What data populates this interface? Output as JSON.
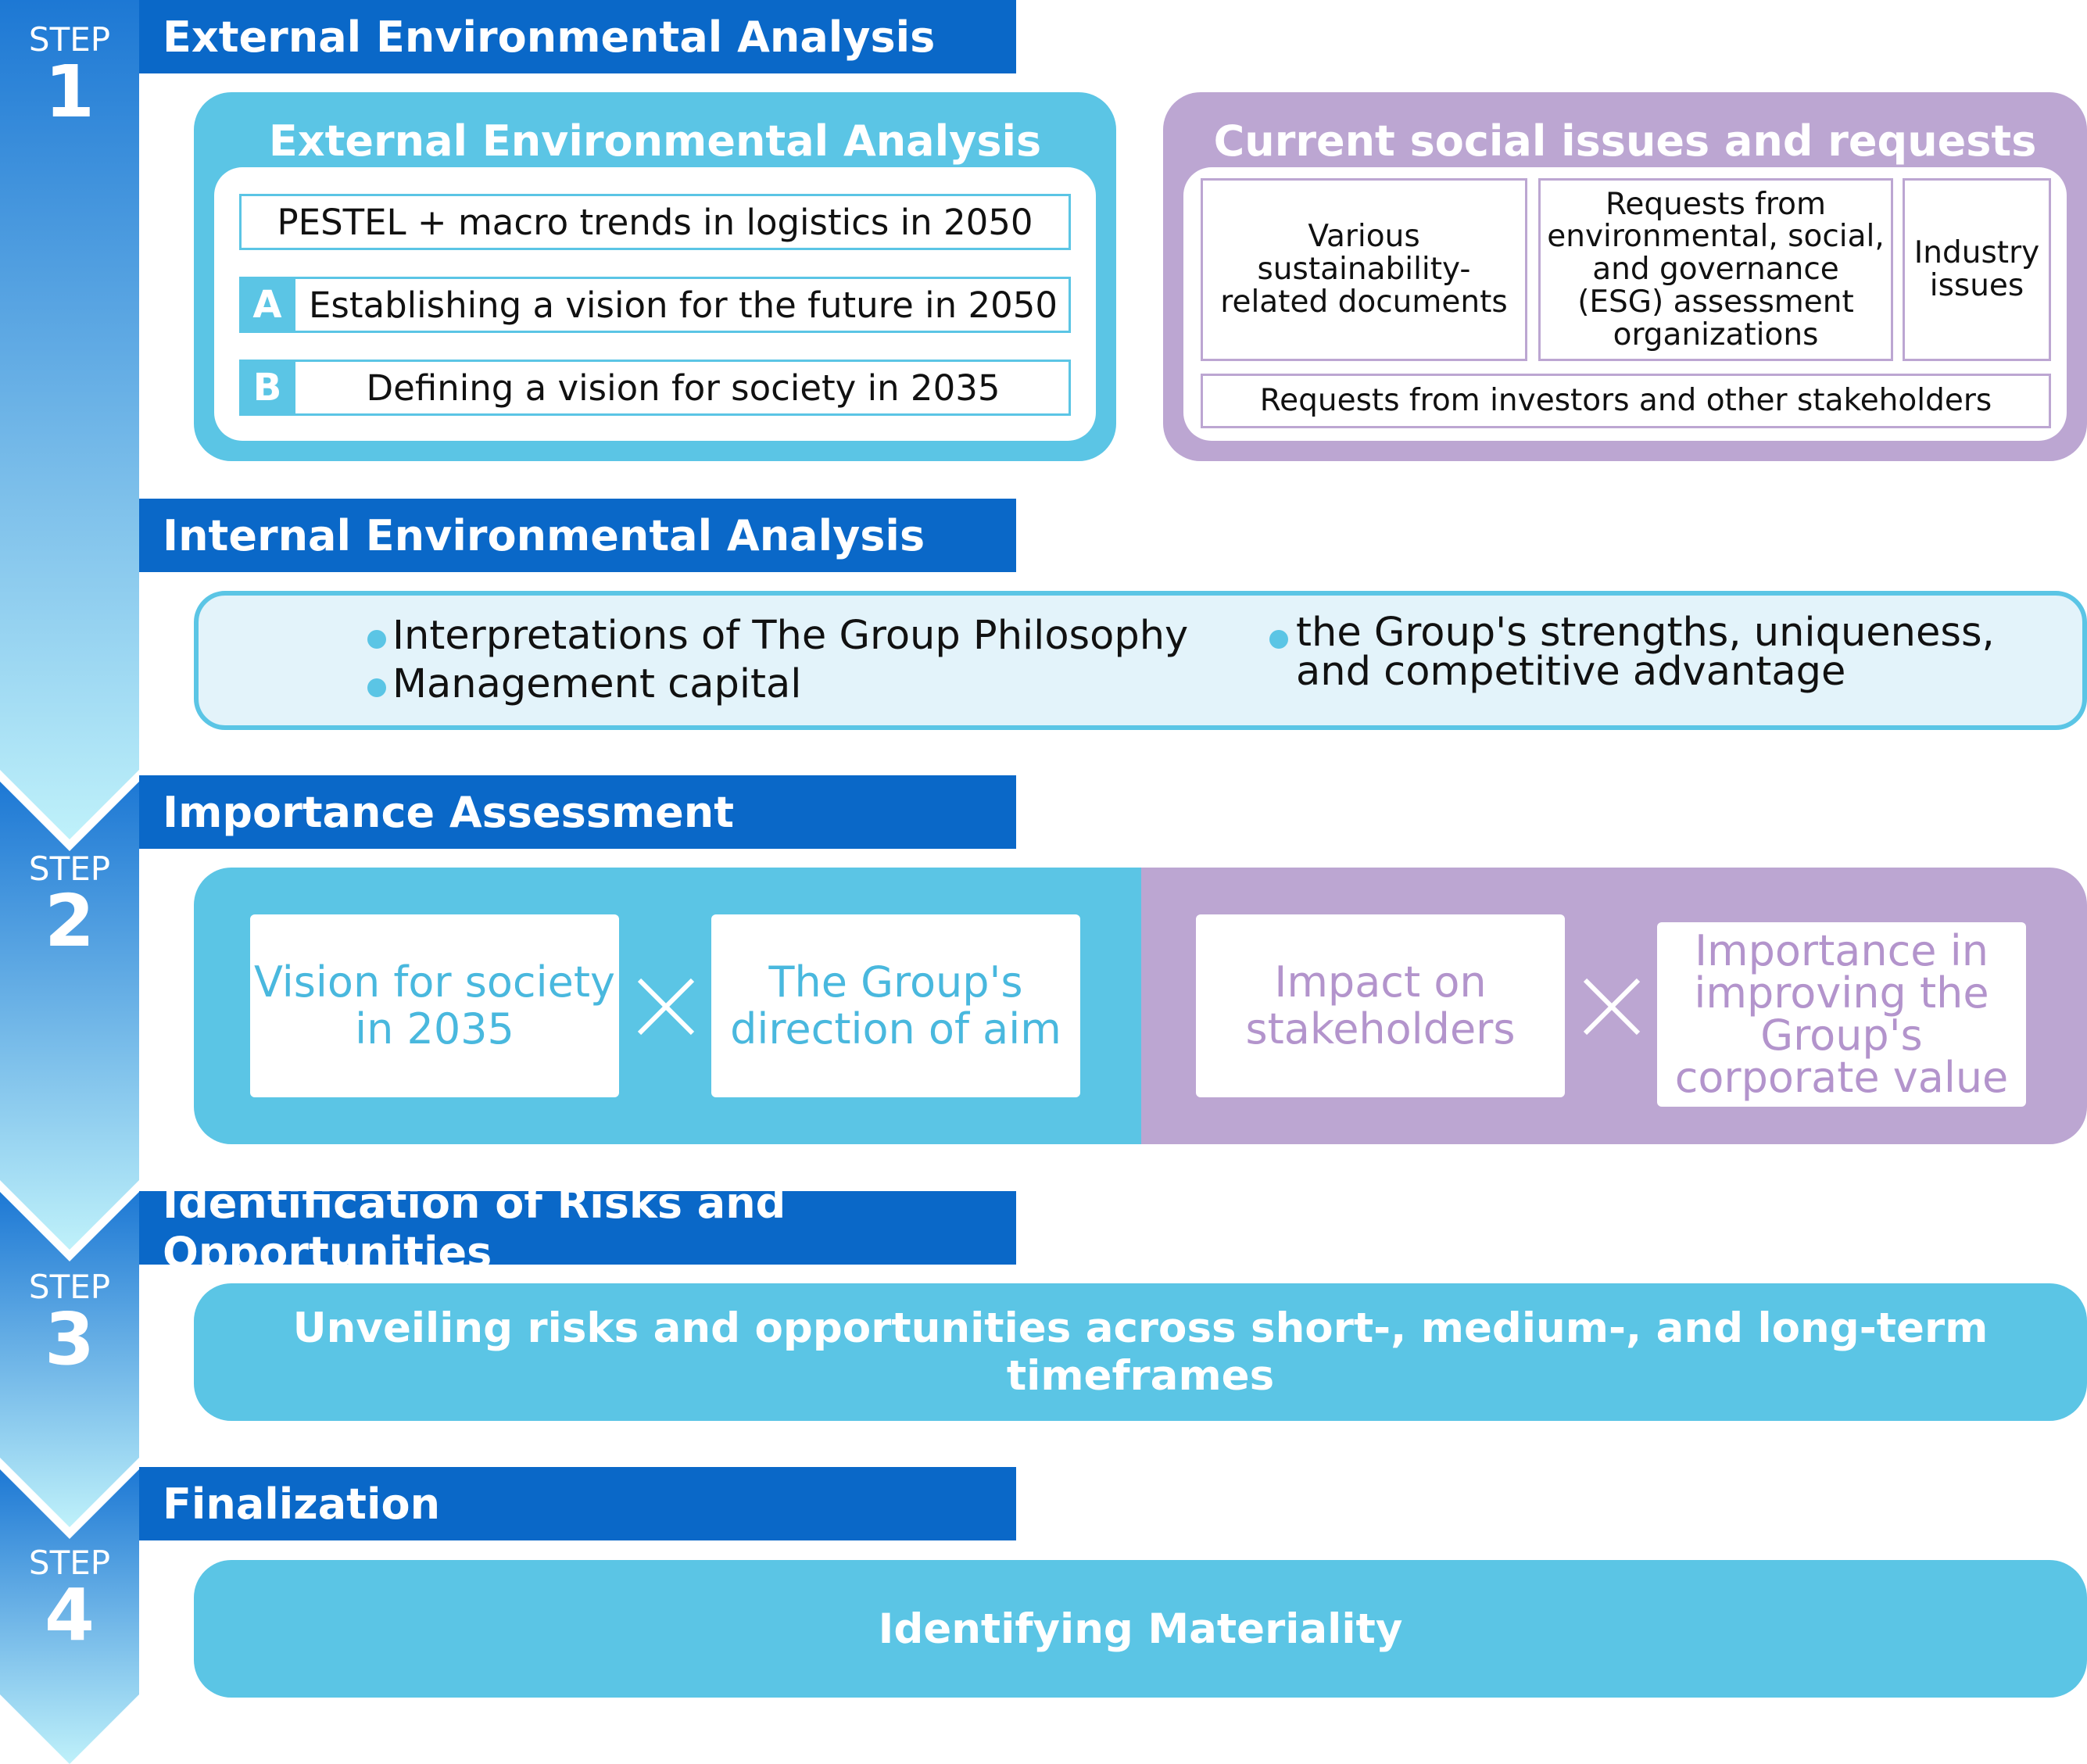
{
  "steps": [
    {
      "word": "STEP",
      "num": "1"
    },
    {
      "word": "STEP",
      "num": "2"
    },
    {
      "word": "STEP",
      "num": "3"
    },
    {
      "word": "STEP",
      "num": "4"
    }
  ],
  "sections": {
    "external_header": "External Environmental Analysis",
    "internal_header": "Internal Environmental Analysis",
    "importance_header": "Importance Assessment",
    "risks_header": "Identification of Risks and Opportunities",
    "final_header": "Finalization"
  },
  "external_box": {
    "title": "External Environmental Analysis",
    "row1": "PESTEL + macro trends in logistics in 2050",
    "row2_letter": "A",
    "row2": "Establishing a vision for the future in 2050",
    "row3_letter": "B",
    "row3": "Defining a vision for society in 2035"
  },
  "social_box": {
    "title": "Current social issues and requests",
    "cell1": "Various sustainability-related documents",
    "cell2": "Requests from environmental, social, and governance (ESG) assessment organizations",
    "cell3": "Industry issues",
    "bottom": "Requests from investors and other stakeholders"
  },
  "internal": {
    "item1": "Interpretations of The Group Philosophy",
    "item2": "Management capital",
    "item3_line1": "the Group's strengths, uniqueness,",
    "item3_line2": "and competitive advantage"
  },
  "importance": {
    "card1": "Vision for society in 2035",
    "card2": "The Group's direction of aim",
    "card3": "Impact on stakeholders",
    "card4": "Importance in improving the Group's corporate value"
  },
  "risks_text": "Unveiling risks and opportunities across short-, medium-, and long-term timeframes",
  "final_text": "Identifying Materiality",
  "colors": {
    "header_blue": "#0a68c8",
    "cyan": "#5bc5e5",
    "purple": "#bca6d2"
  }
}
